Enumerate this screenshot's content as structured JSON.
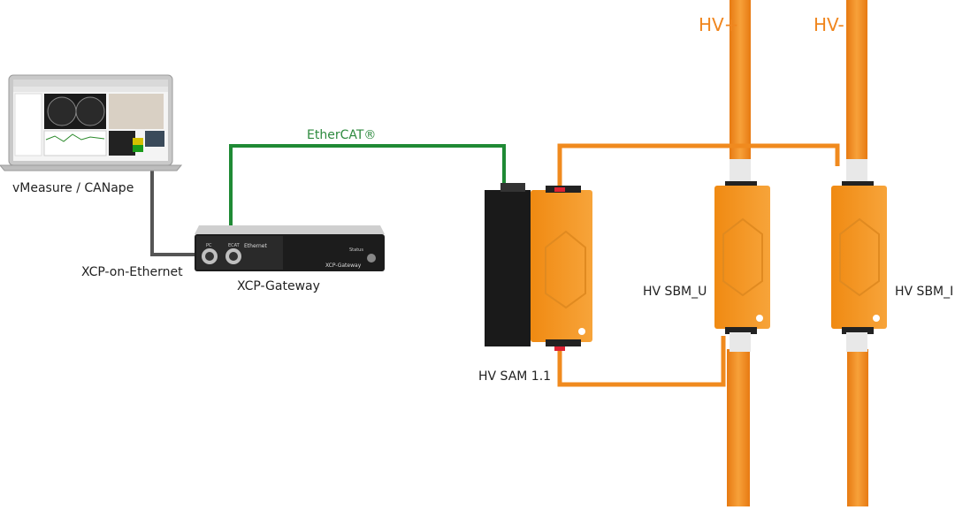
{
  "labels": {
    "vmeasure": "vMeasure / CANape",
    "xcp_on_ethernet": "XCP-on-Ethernet",
    "xcp_gateway": "XCP-Gateway",
    "ethercat": "EtherCAT®",
    "hv_sam": "HV SAM 1.1",
    "hv_sbm_u": "HV SBM_U",
    "hv_sbm_i": "HV SBM_I",
    "hv_plus": "HV+",
    "hv_minus": "HV-"
  },
  "gateway_device": {
    "brand_text": "Ethernet",
    "sub_text": "XCP-Gateway",
    "status_text": "Status",
    "port_pc": "PC",
    "port_ecat": "ECAT"
  },
  "colors": {
    "ethercat_cable": "#1f8a35",
    "ethernet_cable": "#555555",
    "hv_cable": "#f0861e",
    "module_orange": "#f39a1e",
    "module_black": "#1a1a1a"
  }
}
